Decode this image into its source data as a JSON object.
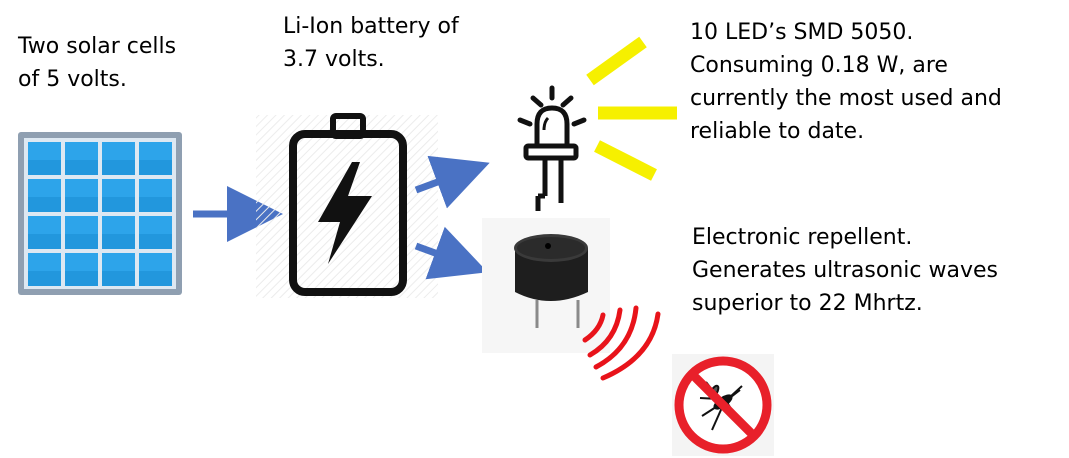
{
  "labels": {
    "solar": [
      "Two solar cells",
      "of 5 volts."
    ],
    "battery": [
      "Li-Ion battery of",
      "3.7 volts."
    ],
    "led": [
      "10 LED’s SMD 5050.",
      "Consuming 0.18 W, are",
      "currently the most used and",
      "reliable to date."
    ],
    "repellent": [
      "Electronic repellent.",
      "Generates ultrasonic waves",
      "superior to 22 Mhrtz."
    ]
  },
  "colors": {
    "arrow": "#4a72c4",
    "solar_frame": "#8a9aac",
    "solar_cell": "#2da4ea",
    "battery": "#111111",
    "led_glow": "#f6f000",
    "sound_waves": "#e8131a",
    "no_sign": "#e8202a"
  },
  "icons": [
    "solar-panel-icon",
    "battery-charging-icon",
    "led-bulb-icon",
    "buzzer-icon",
    "sound-waves-icon",
    "no-mosquito-icon"
  ]
}
